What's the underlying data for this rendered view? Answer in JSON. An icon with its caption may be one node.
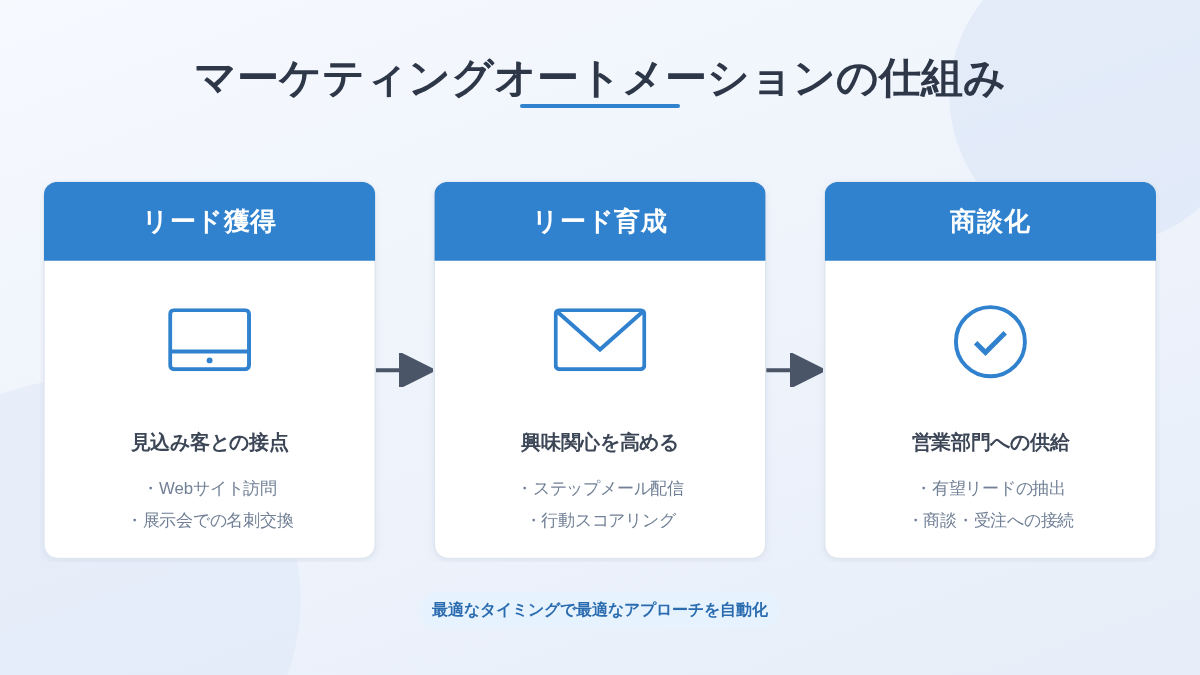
{
  "diagram": {
    "title": "マーケティングオートメーションの仕組み",
    "nodes": [
      {
        "text": [
          "リード獲得",
          "見込み客との接点",
          "・Webサイト訪問",
          "・展示会での名刺交換"
        ]
      },
      {
        "text": [
          "リード育成",
          "興味関心を高める",
          "・ステップメール配信",
          "・行動スコアリング"
        ]
      },
      {
        "text": [
          "商談化",
          "営業部門への供給",
          "・有望リードの抽出",
          "・商談・受注への接続"
        ]
      }
    ],
    "edges": [
      {
        "from": 0,
        "to": 1,
        "arrow": "to"
      },
      {
        "from": 1,
        "to": 2,
        "arrow": "to"
      }
    ],
    "caption": "最適なタイミングで最適なアプローチを自動化"
  }
}
